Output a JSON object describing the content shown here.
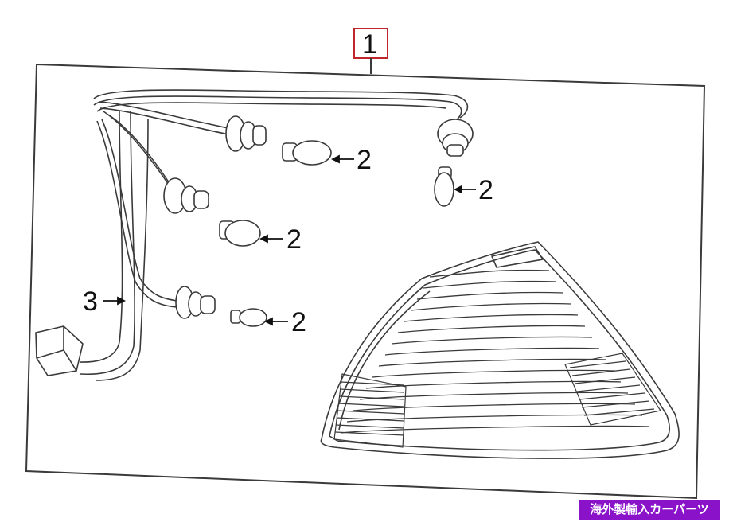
{
  "diagram": {
    "main_callout": "1",
    "bulb_callouts": [
      "2",
      "2",
      "2",
      "2"
    ],
    "harness_callout": "3"
  },
  "watermark": {
    "text": "海外製輸入カーパーツ",
    "color": "#8a12c9"
  },
  "colors": {
    "line": "#3a3a3a",
    "callout_box": "#c0262b"
  }
}
